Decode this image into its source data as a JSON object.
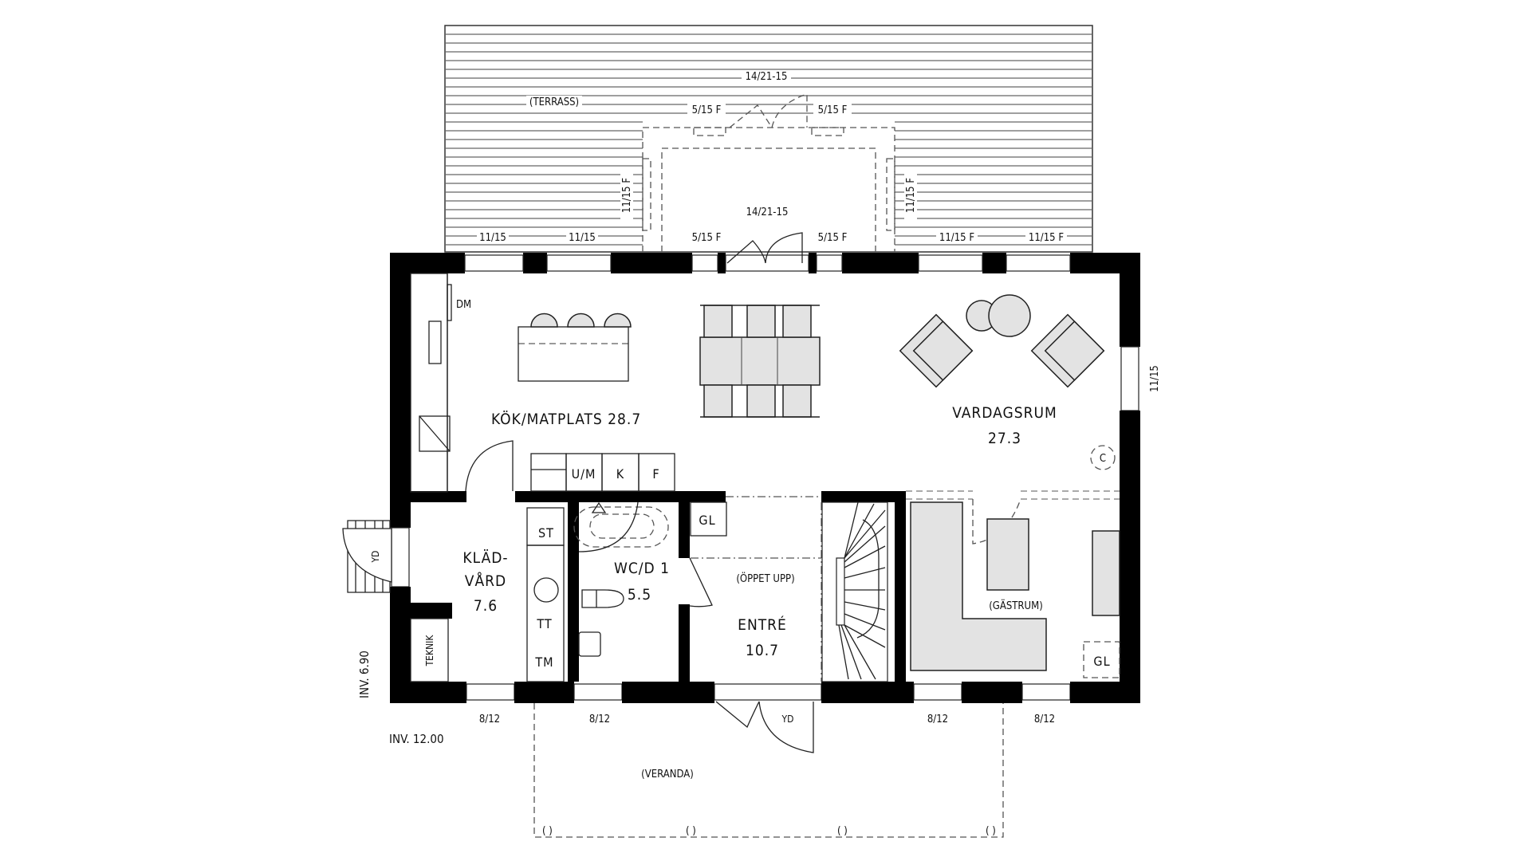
{
  "drawing": {
    "type": "floor-plan",
    "level_labels": {
      "inv_vertical": "INV. 6.90",
      "inv_horizontal": "INV. 12.00"
    }
  },
  "rooms": [
    {
      "id": "kok",
      "name": "KÖK/MATPLATS 28.7",
      "area": "28.7"
    },
    {
      "id": "vardagsrum",
      "name": "VARDAGSRUM",
      "area": "27.3"
    },
    {
      "id": "kladvard",
      "name_line1": "KLÄD-",
      "name_line2": "VÅRD",
      "area": "7.6"
    },
    {
      "id": "wc",
      "name": "WC/D 1",
      "area": "5.5"
    },
    {
      "id": "entre",
      "name": "ENTRÉ",
      "area": "10.7",
      "note": "(ÖPPET UPP)"
    },
    {
      "id": "gastrum",
      "name": "(GÄSTRUM)"
    },
    {
      "id": "teknik",
      "name": "TEKNIK"
    }
  ],
  "outdoor": {
    "terrace": "(TERRASS)",
    "veranda": "(VERANDA)"
  },
  "appliances": {
    "dm": "DM",
    "um": "U/M",
    "k": "K",
    "f": "F",
    "st": "ST",
    "tt": "TT",
    "tm": "TM",
    "gl_entre": "GL",
    "gl_gastrum": "GL"
  },
  "door_labels": {
    "yd_left": "YD",
    "yd_front": "YD"
  },
  "window_labels": {
    "terrace_top": "14/21-15",
    "terrace_door": "14/21-15",
    "top_left_1": "11/15",
    "top_left_2": "11/15",
    "top_mid_left": "5/15 F",
    "top_mid_right": "5/15 F",
    "bay_left_top": "5/15 F",
    "bay_right_top": "5/15 F",
    "bay_left_side": "11/15 F",
    "bay_right_side": "11/15 F",
    "top_right_1": "11/15 F",
    "top_right_2": "11/15 F",
    "right_side": "11/15",
    "bottom_1": "8/12",
    "bottom_2": "8/12",
    "bottom_3": "8/12",
    "bottom_4": "8/12"
  },
  "colors": {
    "wall": "#000000",
    "furniture_fill": "#e3e3e3",
    "background": "#ffffff"
  }
}
